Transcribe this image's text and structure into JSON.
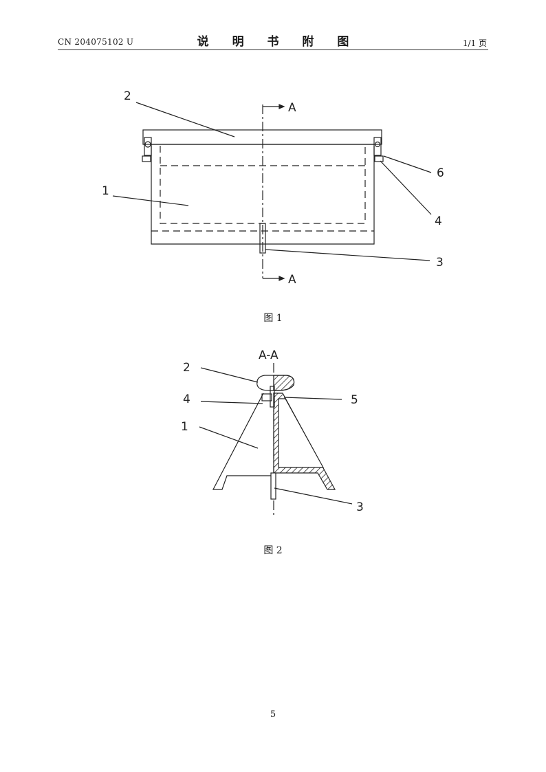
{
  "header": {
    "patent_number": "CN 204075102 U",
    "title": "说 明 书 附 图",
    "page": "1/1 页"
  },
  "figure1": {
    "caption": "图 1",
    "labels": {
      "l1": "1",
      "l2": "2",
      "l3": "3",
      "l4": "4",
      "l6": "6",
      "sectionTop": "A",
      "sectionBottom": "A"
    }
  },
  "figure2": {
    "caption": "图 2",
    "section_title": "A-A",
    "labels": {
      "l1": "1",
      "l2": "2",
      "l3": "3",
      "l4": "4",
      "l5": "5"
    }
  },
  "footer": {
    "page_number": "5"
  }
}
